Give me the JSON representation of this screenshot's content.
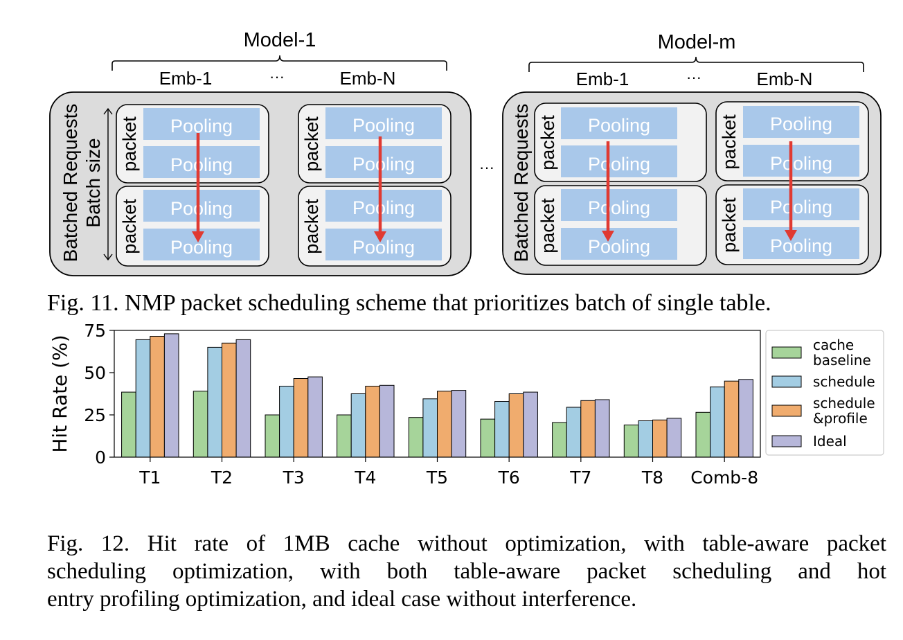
{
  "fig11": {
    "models": [
      {
        "label": "Model-1",
        "emb_left": "Emb-1",
        "emb_right": "Emb-N",
        "ellipsis": "···",
        "side_label": "Batched Requests",
        "batch_label": "Batch size",
        "packet_label": "packet",
        "pooling_label": "Pooling"
      },
      {
        "label": "Model-m",
        "emb_left": "Emb-1",
        "emb_right": "Emb-N",
        "ellipsis": "···",
        "side_label": "Batched Requests",
        "packet_label": "packet",
        "pooling_label": "Pooling"
      }
    ],
    "between_ellipsis": "···",
    "caption": "Fig. 11.  NMP packet scheduling scheme that prioritizes batch of single table.",
    "colors": {
      "panel": "#dcdcdc",
      "inner": "#f2f2f2",
      "pooling": "#a9c8ea",
      "arrow": "#e03a32"
    }
  },
  "chart_data": {
    "type": "bar",
    "categories": [
      "T1",
      "T2",
      "T3",
      "T4",
      "T5",
      "T6",
      "T7",
      "T8",
      "Comb-8"
    ],
    "series": [
      {
        "name": "cache baseline",
        "color": "#a6d49a",
        "values": [
          38.5,
          39,
          25,
          25,
          23.5,
          22.5,
          20.5,
          19,
          26.5
        ]
      },
      {
        "name": "schedule",
        "color": "#a3cde3",
        "values": [
          69.5,
          65,
          42,
          37.5,
          34.5,
          33,
          29.5,
          21.5,
          41.5
        ]
      },
      {
        "name": "schedule &profile",
        "color": "#f0ac6e",
        "values": [
          71.5,
          67.5,
          46.5,
          42,
          39,
          37.5,
          33.5,
          22,
          45
        ]
      },
      {
        "name": "Ideal",
        "color": "#b7b7da",
        "values": [
          73,
          69.5,
          47.5,
          42.5,
          39.5,
          38.5,
          34,
          23,
          46
        ]
      }
    ],
    "legend_labels": [
      [
        "cache",
        "baseline"
      ],
      [
        "schedule"
      ],
      [
        "schedule",
        "&profile"
      ],
      [
        "Ideal"
      ]
    ],
    "ylabel": "Hit Rate (%)",
    "xlabel": "",
    "yticks": [
      0,
      25,
      50,
      75
    ],
    "ylim": [
      0,
      75
    ],
    "legend_position": "right",
    "grid": false
  },
  "fig12": {
    "caption_lines": [
      "Fig. 12.  Hit rate of 1MB cache without optimization, with table-aware packet",
      "scheduling optimization, with both table-aware packet scheduling and hot",
      "entry profiling optimization, and ideal case without interference."
    ]
  }
}
